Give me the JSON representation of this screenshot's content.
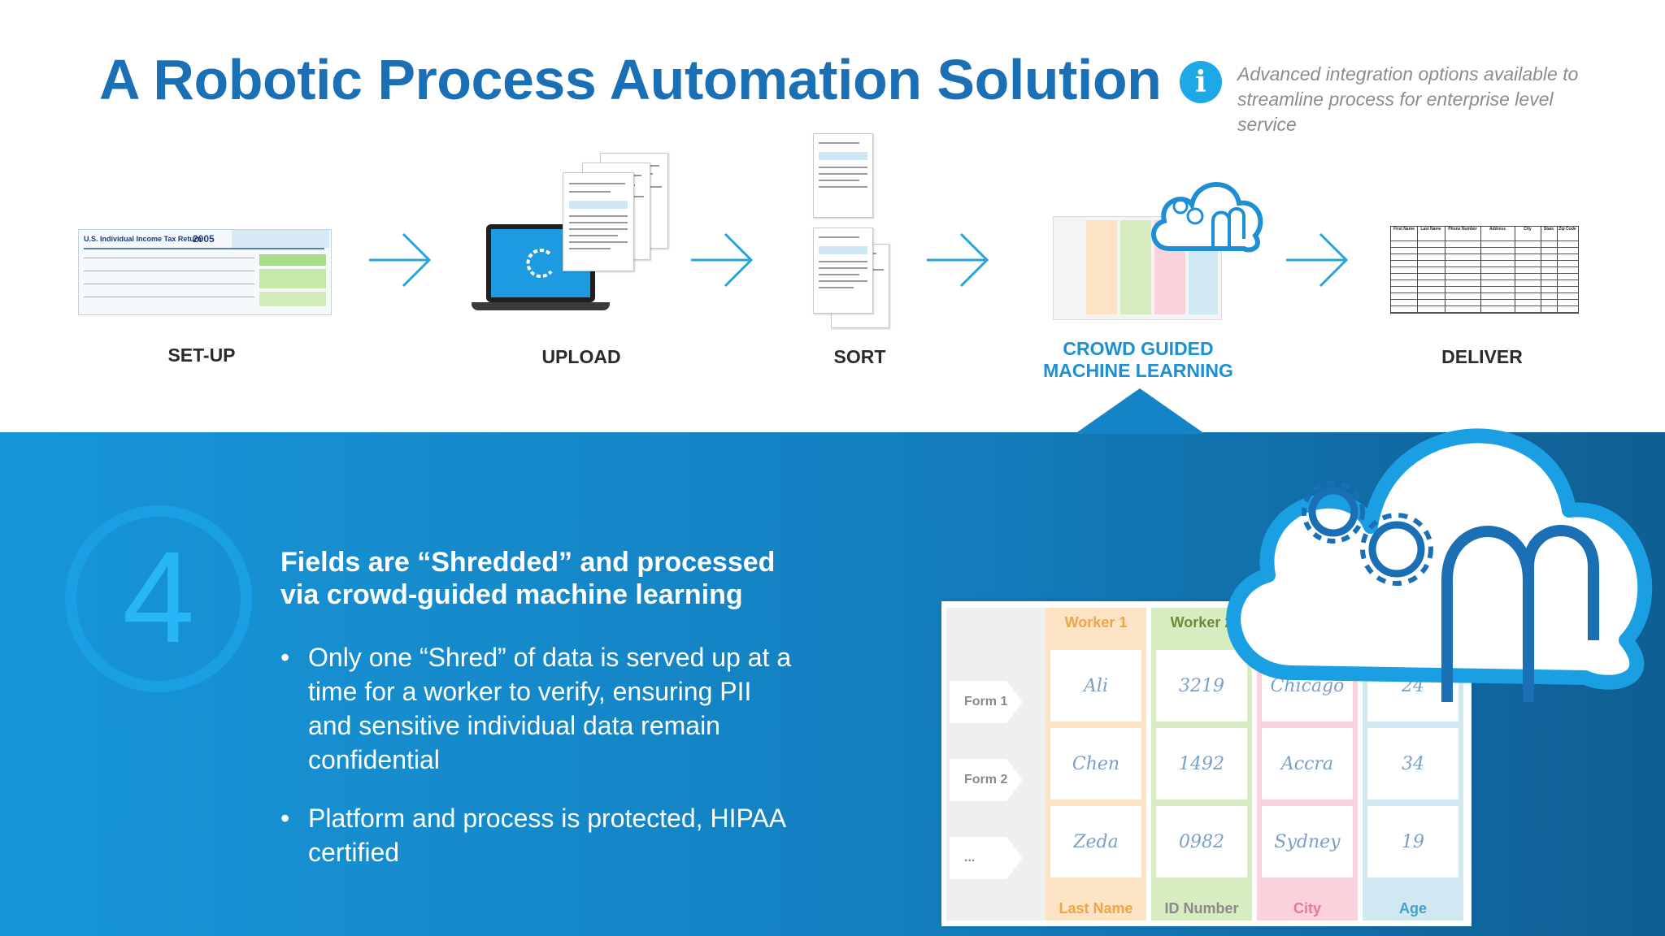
{
  "header": {
    "title": "A Robotic Process Automation Solution",
    "info_icon": "info-icon",
    "info_note": "Advanced integration options available to streamline process for enterprise level service"
  },
  "steps": [
    {
      "label": "SET-UP"
    },
    {
      "label": "UPLOAD"
    },
    {
      "label": "SORT"
    },
    {
      "label_line1": "CROWD GUIDED",
      "label_line2": "MACHINE LEARNING"
    },
    {
      "label": "DELIVER"
    }
  ],
  "thumb_setup": {
    "form_title": "U.S. Individual Income Tax Return",
    "year": "2005"
  },
  "thumb_deliver": {
    "headers": [
      "First Name",
      "Last Name",
      "Phone Number",
      "Address",
      "City",
      "State",
      "Zip Code"
    ]
  },
  "detail": {
    "number": "4",
    "heading_line1": "Fields are “Shredded” and processed",
    "heading_line2": "via crowd-guided machine learning",
    "bullets": [
      "Only one “Shred” of data is served up at a time for a worker to verify, ensuring PII and sensitive individual data remain confidential",
      "Platform and process is protected, HIPAA certified"
    ]
  },
  "grid": {
    "rows": [
      "Form 1",
      "Form 2",
      "..."
    ],
    "columns": [
      {
        "head": "Worker 1",
        "foot": "Last Name",
        "cells": [
          "Ali",
          "Chen",
          "Zeda"
        ]
      },
      {
        "head": "Worker 2",
        "foot": "ID Number",
        "cells": [
          "3219",
          "1492",
          "0982"
        ]
      },
      {
        "head": "",
        "foot": "City",
        "cells": [
          "Chicago",
          "Accra",
          "Sydney"
        ]
      },
      {
        "head": "",
        "foot": "Age",
        "cells": [
          "24",
          "34",
          "19"
        ]
      }
    ]
  },
  "colors": {
    "title_blue": "#1a6fb5",
    "accent_blue": "#1e8fd2",
    "band_start": "#1796d8",
    "band_end": "#0f5e93",
    "col_orange": "#fbe3c4",
    "col_green": "#d7ecc0",
    "col_pink": "#f9d2dc",
    "col_teal": "#cfe8f1"
  }
}
